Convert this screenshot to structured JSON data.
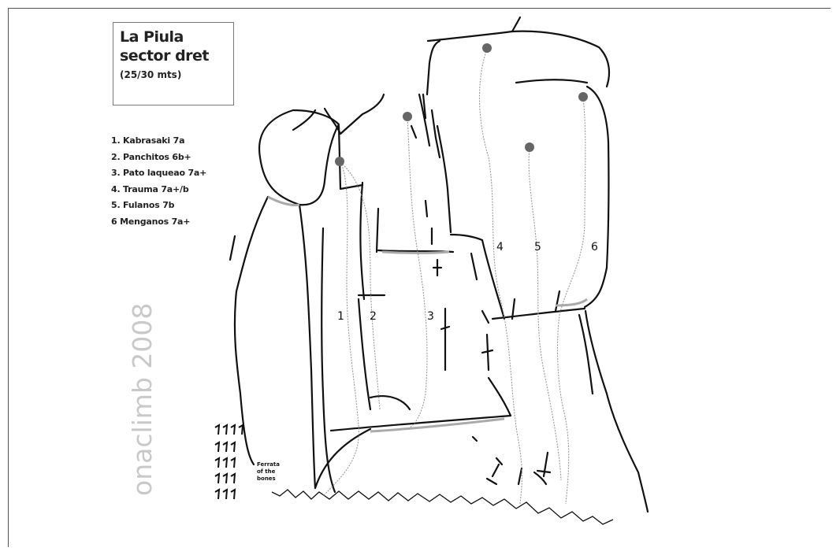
{
  "title": {
    "line1": "La Piula",
    "line2": "sector dret",
    "line3": "(25/30 mts)"
  },
  "routes": [
    {
      "text": "1. Kabrasaki 7a"
    },
    {
      "text": "2. Panchitos 6b+"
    },
    {
      "text": "3. Pato laqueao 7a+"
    },
    {
      "text": "4. Trauma 7a+/b"
    },
    {
      "text": "5. Fulanos 7b"
    },
    {
      "text": "6 Menganos 7a+"
    }
  ],
  "route_numbers": [
    "1",
    "2",
    "3",
    "4",
    "5",
    "6"
  ],
  "ferrata_label": [
    "Ferrata",
    "of the",
    "bones"
  ],
  "watermark": "onaclimb 2008",
  "colors": {
    "rock_line": "#111111",
    "route_line": "#9a9a9a",
    "anchor": "#666666",
    "watermark": "#c9c9c9"
  }
}
